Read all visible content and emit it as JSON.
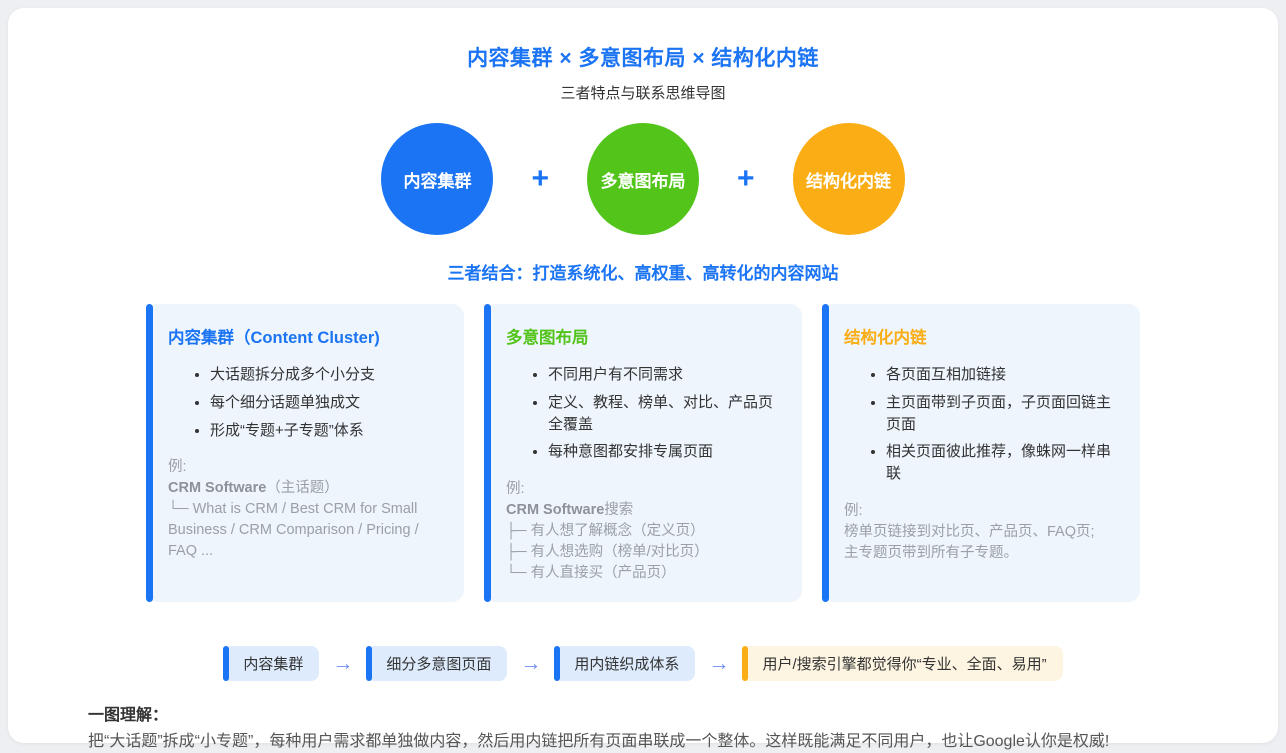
{
  "header": {
    "title": "内容集群 × 多意图布局 × 结构化内链",
    "subtitle": "三者特点与联系思维导图"
  },
  "colors": {
    "blue": "#1b74f3",
    "green": "#52c41a",
    "orange": "#faad14"
  },
  "circles": {
    "plus": "+",
    "items": [
      {
        "label": "内容集群"
      },
      {
        "label": "多意图布局"
      },
      {
        "label": "结构化内链"
      }
    ]
  },
  "combine_line": "三者结合：打造系统化、高权重、高转化的内容网站",
  "cards": [
    {
      "title": "内容集群（Content Cluster)",
      "bullets": [
        "大话题拆分成多个小分支",
        "每个细分话题单独成文",
        "形成“专题+子专题”体系"
      ],
      "example": {
        "label": "例:",
        "head_bold": "CRM Software",
        "head_rest": "（主话题）",
        "lines": [
          "└─ What is CRM / Best CRM for Small Business / CRM Comparison / Pricing / FAQ ..."
        ]
      }
    },
    {
      "title": "多意图布局",
      "bullets": [
        "不同用户有不同需求",
        "定义、教程、榜单、对比、产品页全覆盖",
        "每种意图都安排专属页面"
      ],
      "example": {
        "label": "例:",
        "head_bold": "CRM Software",
        "head_rest": "搜索",
        "lines": [
          "├─ 有人想了解概念（定义页）",
          "├─ 有人想选购（榜单/对比页）",
          "└─ 有人直接买（产品页）"
        ]
      }
    },
    {
      "title": "结构化内链",
      "bullets": [
        "各页面互相加链接",
        "主页面带到子页面，子页面回链主页面",
        "相关页面彼此推荐，像蛛网一样串联"
      ],
      "example": {
        "label": "例:",
        "lines": [
          "榜单页链接到对比页、产品页、FAQ页;",
          "主专题页带到所有子专题。"
        ]
      }
    }
  ],
  "flow": {
    "arrow": "→",
    "steps": [
      {
        "label": "内容集群"
      },
      {
        "label": "细分多意图页面"
      },
      {
        "label": "用内链织成体系"
      },
      {
        "label": "用户/搜索引擎都觉得你“专业、全面、易用”"
      }
    ]
  },
  "footer": {
    "label": "一图理解：",
    "text": "把“大话题”拆成“小专题”，每种用户需求都单独做内容，然后用内链把所有页面串联成一个整体。这样既能满足不同用户，也让Google认你是权威!"
  }
}
